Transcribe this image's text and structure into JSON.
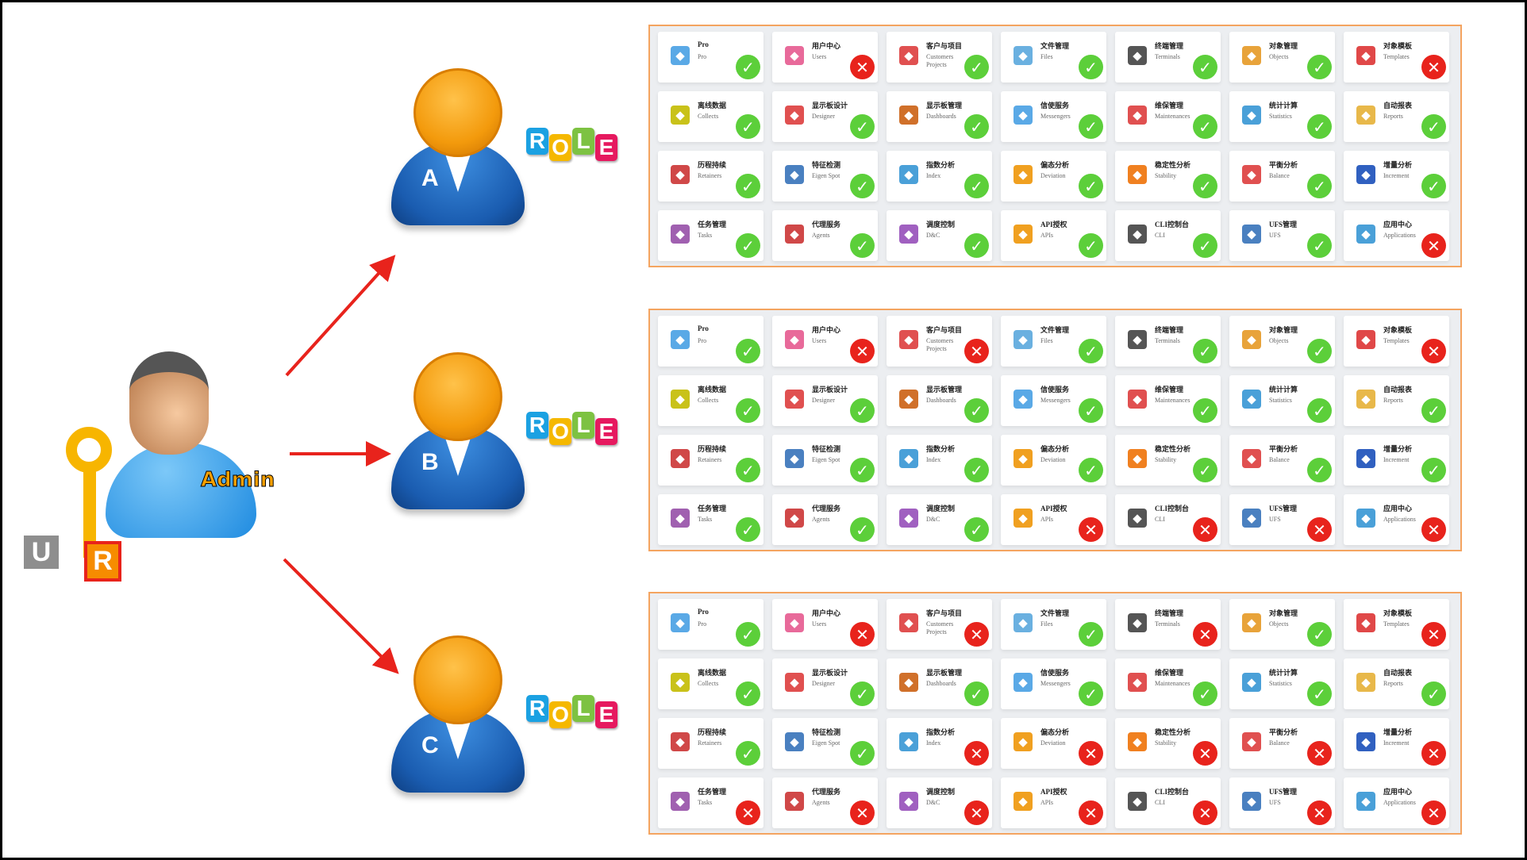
{
  "admin": {
    "label": "Admin",
    "badge_u": "U",
    "badge_r": "R"
  },
  "role_letters": [
    "R",
    "O",
    "L",
    "E"
  ],
  "role_colors": [
    "#1ba1e2",
    "#f5b800",
    "#7dc242",
    "#e6195f"
  ],
  "colors": {
    "ok": "#5ccf3a",
    "no": "#e8231c",
    "panel_border": "#f4a460",
    "arrow": "#e8231c"
  },
  "modules": [
    {
      "zh": "Pro",
      "en": "Pro",
      "icon": "cloud-network-icon",
      "color": "#5aa9e6"
    },
    {
      "zh": "用户中心",
      "en": "Users",
      "icon": "user-book-icon",
      "color": "#e86a9a"
    },
    {
      "zh": "客户与项目",
      "en": "Customers Projects",
      "icon": "network-icon",
      "color": "#e05050"
    },
    {
      "zh": "文件管理",
      "en": "Files",
      "icon": "cloud-server-icon",
      "color": "#6ab0e0"
    },
    {
      "zh": "终端管理",
      "en": "Terminals",
      "icon": "monitor-icon",
      "color": "#555"
    },
    {
      "zh": "对象管理",
      "en": "Objects",
      "icon": "puzzle-icon",
      "color": "#e8a33a"
    },
    {
      "zh": "对象模板",
      "en": "Templates",
      "icon": "template-icon",
      "color": "#e04848"
    },
    {
      "zh": "离线数据",
      "en": "Collects",
      "icon": "computer-icon",
      "color": "#c9c21a"
    },
    {
      "zh": "显示板设计",
      "en": "Designer",
      "icon": "puzzle-icon",
      "color": "#e05050"
    },
    {
      "zh": "显示板管理",
      "en": "Dashboards",
      "icon": "dashboard-icon",
      "color": "#d0702a"
    },
    {
      "zh": "信使服务",
      "en": "Messengers",
      "icon": "cloud-icon",
      "color": "#5aa9e6"
    },
    {
      "zh": "维保管理",
      "en": "Maintenances",
      "icon": "target-icon",
      "color": "#e05050"
    },
    {
      "zh": "统计计算",
      "en": "Statistics",
      "icon": "bar-chart-icon",
      "color": "#4aa0d8"
    },
    {
      "zh": "自动报表",
      "en": "Reports",
      "icon": "table-icon",
      "color": "#e8b84a"
    },
    {
      "zh": "历程持续",
      "en": "Retainers",
      "icon": "columns-icon",
      "color": "#d04848"
    },
    {
      "zh": "特征检测",
      "en": "Eigen Spot",
      "icon": "server-icon",
      "color": "#4a80c0"
    },
    {
      "zh": "指数分析",
      "en": "Index",
      "icon": "line-chart-icon",
      "color": "#4aa0d8"
    },
    {
      "zh": "偏态分析",
      "en": "Deviation",
      "icon": "scatter-icon",
      "color": "#f0a020"
    },
    {
      "zh": "稳定性分析",
      "en": "Stability",
      "icon": "monitor-icon",
      "color": "#f08020"
    },
    {
      "zh": "平衡分析",
      "en": "Balance",
      "icon": "monitor-icon",
      "color": "#e05050"
    },
    {
      "zh": "增量分析",
      "en": "Increment",
      "icon": "bar-chart-icon",
      "color": "#3060c0"
    },
    {
      "zh": "任务管理",
      "en": "Tasks",
      "icon": "gears-icon",
      "color": "#a060b0"
    },
    {
      "zh": "代理服务",
      "en": "Agents",
      "icon": "agent-icon",
      "color": "#d04848"
    },
    {
      "zh": "调度控制",
      "en": "D&C",
      "icon": "shield-server-icon",
      "color": "#a060c0"
    },
    {
      "zh": "API授权",
      "en": "APIs",
      "icon": "key-server-icon",
      "color": "#f0a020"
    },
    {
      "zh": "CLI控制台",
      "en": "CLI",
      "icon": "console-icon",
      "color": "#555"
    },
    {
      "zh": "UFS管理",
      "en": "UFS",
      "icon": "server-icon",
      "color": "#4a80c0"
    },
    {
      "zh": "应用中心",
      "en": "Applications",
      "icon": "hierarchy-icon",
      "color": "#4aa0d8"
    }
  ],
  "roles": [
    {
      "name": "A",
      "perms": [
        1,
        0,
        1,
        1,
        1,
        1,
        0,
        1,
        1,
        1,
        1,
        1,
        1,
        1,
        1,
        1,
        1,
        1,
        1,
        1,
        1,
        1,
        1,
        1,
        1,
        1,
        1,
        0
      ]
    },
    {
      "name": "B",
      "perms": [
        1,
        0,
        0,
        1,
        1,
        1,
        0,
        1,
        1,
        1,
        1,
        1,
        1,
        1,
        1,
        1,
        1,
        1,
        1,
        1,
        1,
        1,
        1,
        1,
        0,
        0,
        0,
        0
      ]
    },
    {
      "name": "C",
      "perms": [
        1,
        0,
        0,
        1,
        0,
        1,
        0,
        1,
        1,
        1,
        1,
        1,
        1,
        1,
        1,
        1,
        0,
        0,
        0,
        0,
        0,
        0,
        0,
        0,
        0,
        0,
        0,
        0
      ]
    }
  ]
}
